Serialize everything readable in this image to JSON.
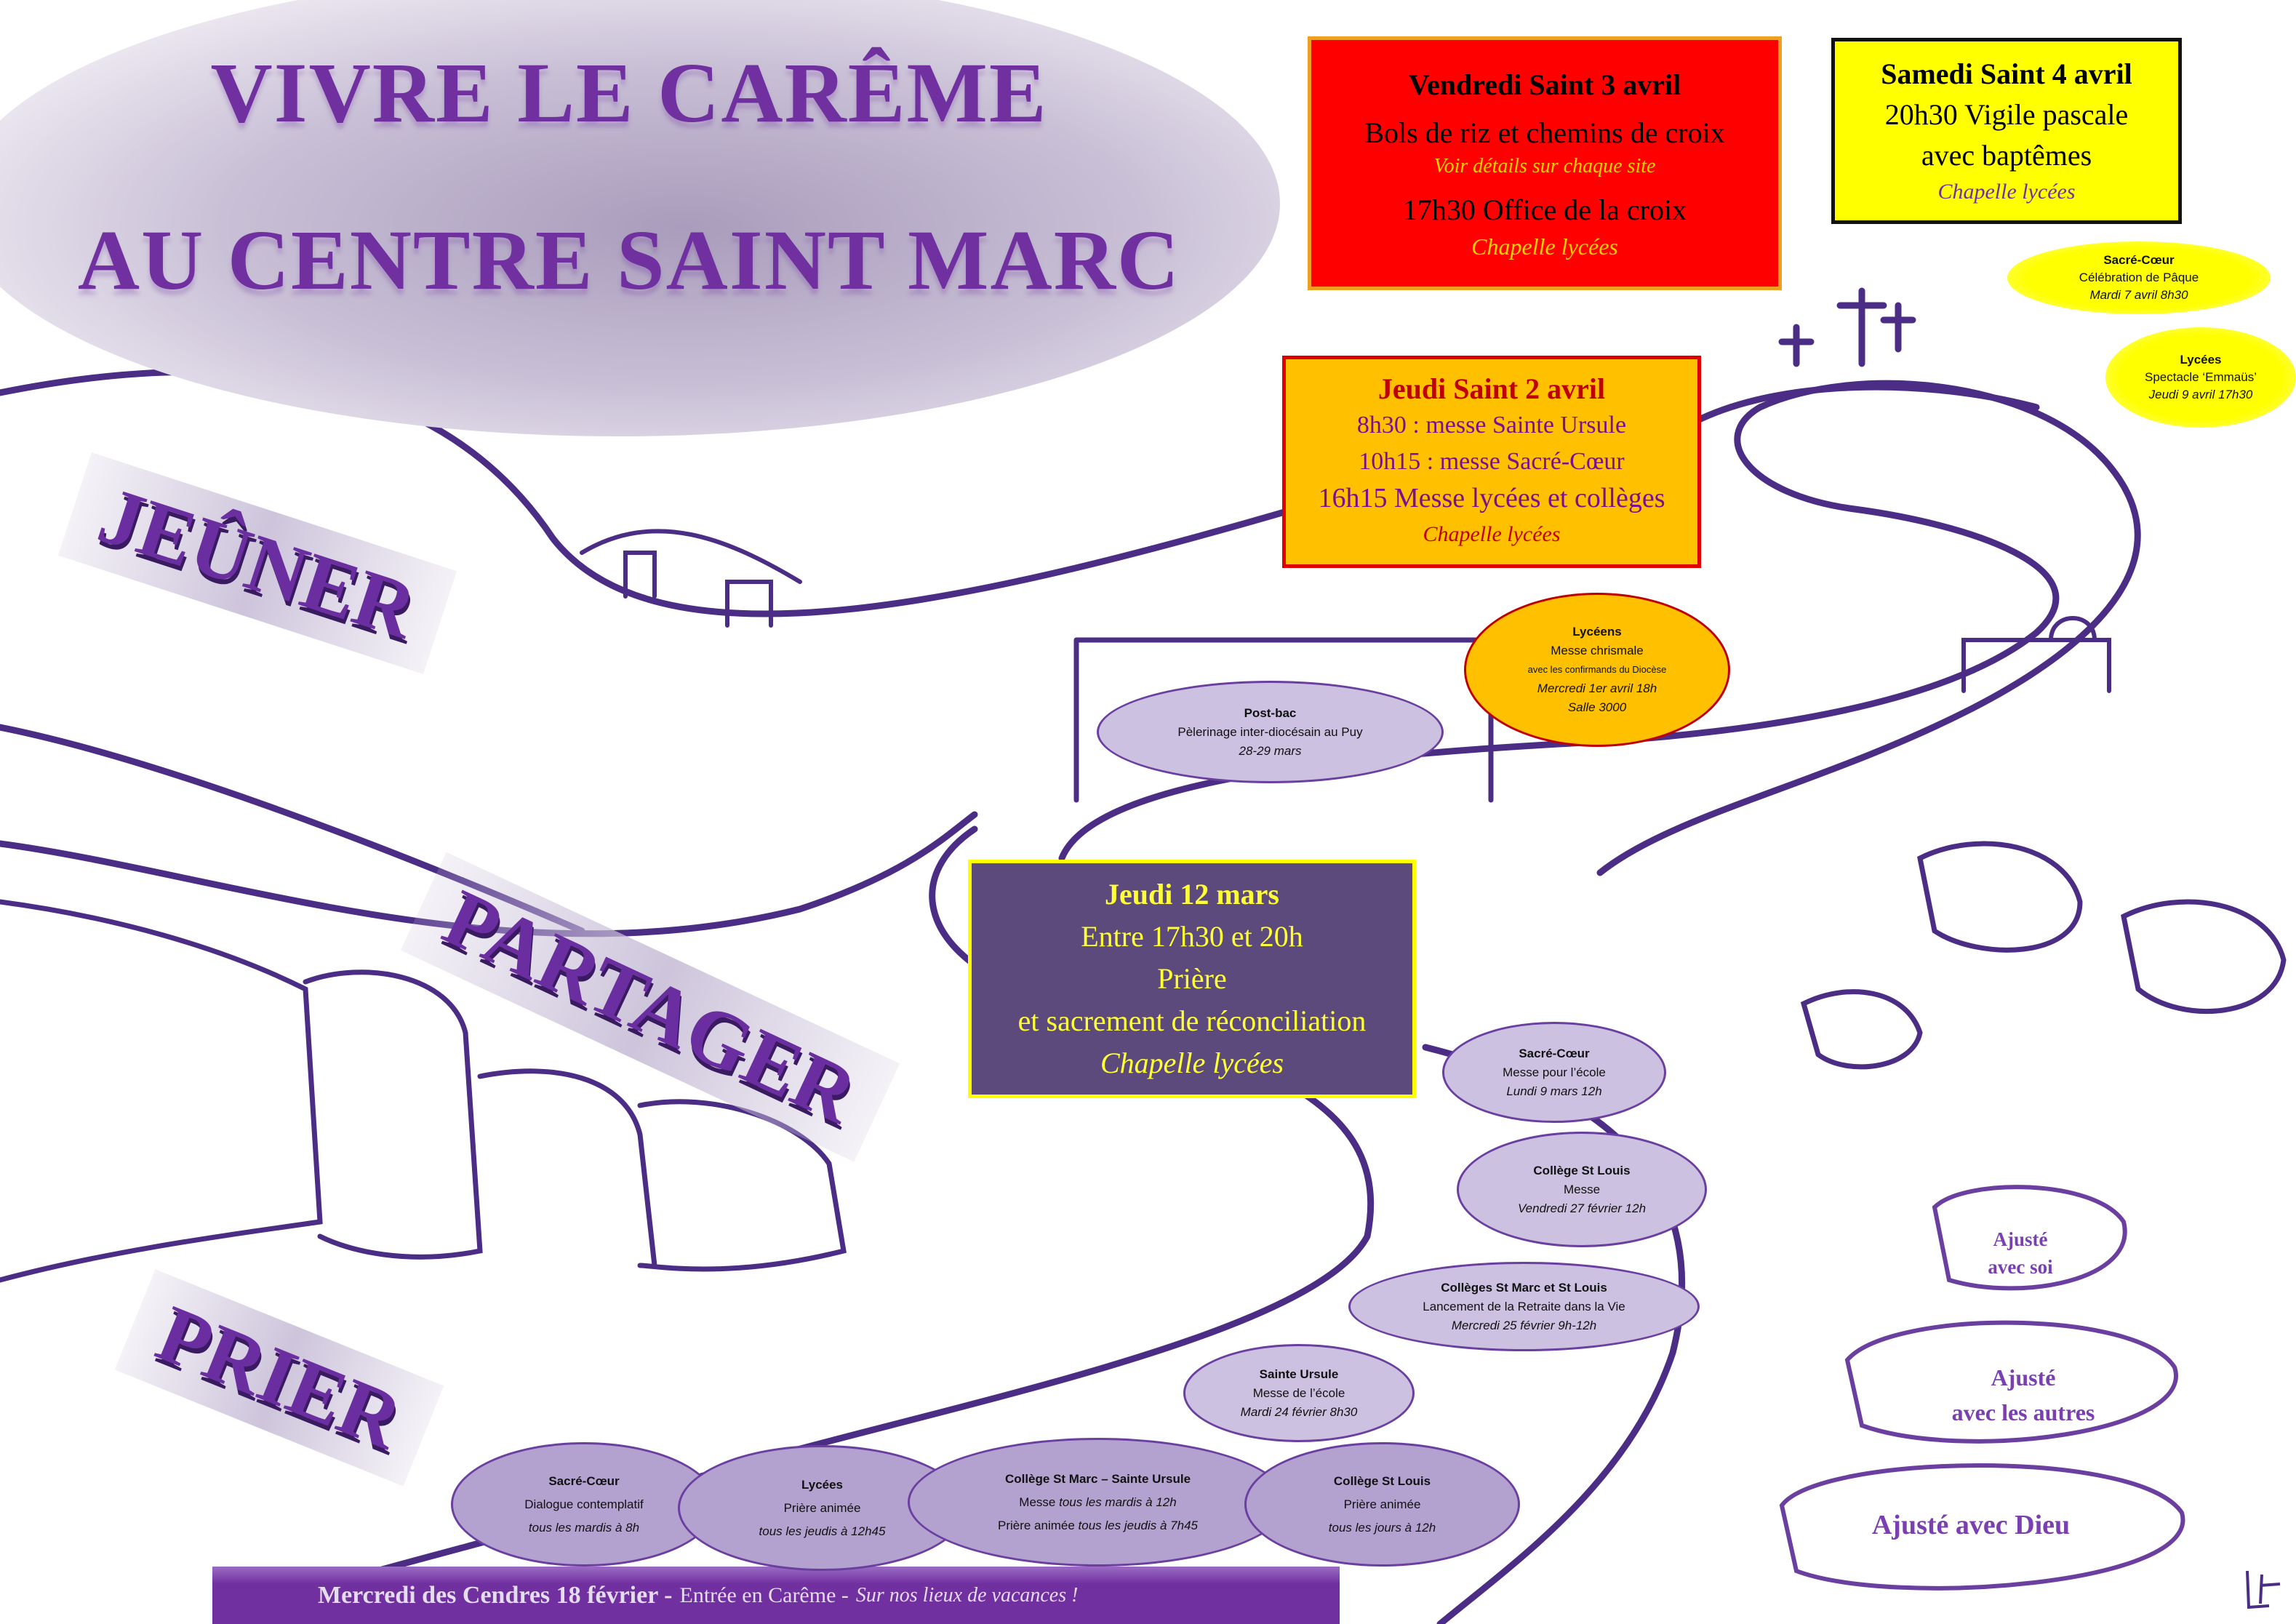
{
  "title": {
    "line1": "VIVRE LE CARÊME",
    "line2": "AU CENTRE SAINT MARC"
  },
  "verbs": [
    "JEÛNER",
    "PARTAGER",
    "PRIER"
  ],
  "vendredi_saint": {
    "heading": "Vendredi Saint 3 avril",
    "line1": "Bols de riz et chemins de croix",
    "line1_note": "Voir détails sur chaque site",
    "line2": "17h30 Office de la croix",
    "place": "Chapelle lycées",
    "color": "#ff0000"
  },
  "samedi_saint": {
    "heading": "Samedi Saint 4 avril",
    "line1": "20h30 Vigile pascale",
    "line2": "avec baptêmes",
    "place": "Chapelle lycées",
    "color": "#ffff00"
  },
  "jeudi_saint": {
    "heading": "Jeudi Saint 2 avril",
    "line1": "8h30 : messe Sainte Ursule",
    "line2": "10h15 : messe Sacré-Cœur",
    "line3": "16h15 Messe lycées et collèges",
    "place": "Chapelle lycées",
    "color": "#ffc000"
  },
  "jeudi_12_mars": {
    "heading": "Jeudi 12 mars",
    "line1": "Entre 17h30 et 20h",
    "line2": "Prière",
    "line3": "et sacrement de réconciliation",
    "place": "Chapelle lycées",
    "color": "#5c4a7c"
  },
  "events": {
    "sc_paque": {
      "who": "Sacré-Cœur",
      "what": "Célébration de Pâque",
      "when": "Mardi 7 avril 8h30"
    },
    "lycees_emmaus": {
      "who": "Lycées",
      "what": "Spectacle ‘Emmaüs’",
      "when": "Jeudi 9 avril 17h30"
    },
    "lyceens": {
      "who": "Lycéens",
      "what": "Messe chrismale",
      "note": "avec les confirmands du Diocèse",
      "when": "Mercredi 1er avril 18h",
      "where": "Salle 3000"
    },
    "postbac": {
      "who": "Post-bac",
      "what": "Pèlerinage inter-diocésain au Puy",
      "when": "28-29 mars"
    },
    "sc_messe": {
      "who": "Sacré-Cœur",
      "what": "Messe pour l’école",
      "when": "Lundi 9 mars 12h"
    },
    "stlouis_messe": {
      "who": "Collège St Louis",
      "what": "Messe",
      "when": "Vendredi 27 février 12h"
    },
    "retraite": {
      "who": "Collèges St Marc et St Louis",
      "what": "Lancement de la Retraite dans la Vie",
      "when": "Mercredi 25 février 9h-12h"
    },
    "ursule": {
      "who": "Sainte Ursule",
      "what": "Messe de l’école",
      "when": "Mardi 24 février 8h30"
    },
    "sc_dialogue": {
      "who": "Sacré-Cœur",
      "what": "Dialogue contemplatif",
      "when": "tous les mardis à 8h"
    },
    "lycees_priere": {
      "who": "Lycées",
      "what": "Prière animée",
      "when": "tous les jeudis à 12h45"
    },
    "stmarc": {
      "who": "Collège St Marc – Sainte Ursule",
      "what1": "Messe",
      "when1": "tous les mardis à 12h",
      "what2": "Prière animée",
      "when2": "tous les jeudis à 7h45"
    },
    "stlouis_priere": {
      "who": "Collège St Louis",
      "what": "Prière animée",
      "when": "tous les jours à 12h"
    }
  },
  "banner": {
    "main": "Mercredi des Cendres 18 février -",
    "sub": "Entrée en Carême -",
    "note": "Sur nos lieux de vacances !",
    "color": "#7030a0"
  },
  "stones": {
    "soi": [
      "Ajusté",
      "avec soi"
    ],
    "autres": [
      "Ajusté",
      "avec les autres"
    ],
    "dieu": "Ajusté avec Dieu"
  },
  "signature": "LF"
}
